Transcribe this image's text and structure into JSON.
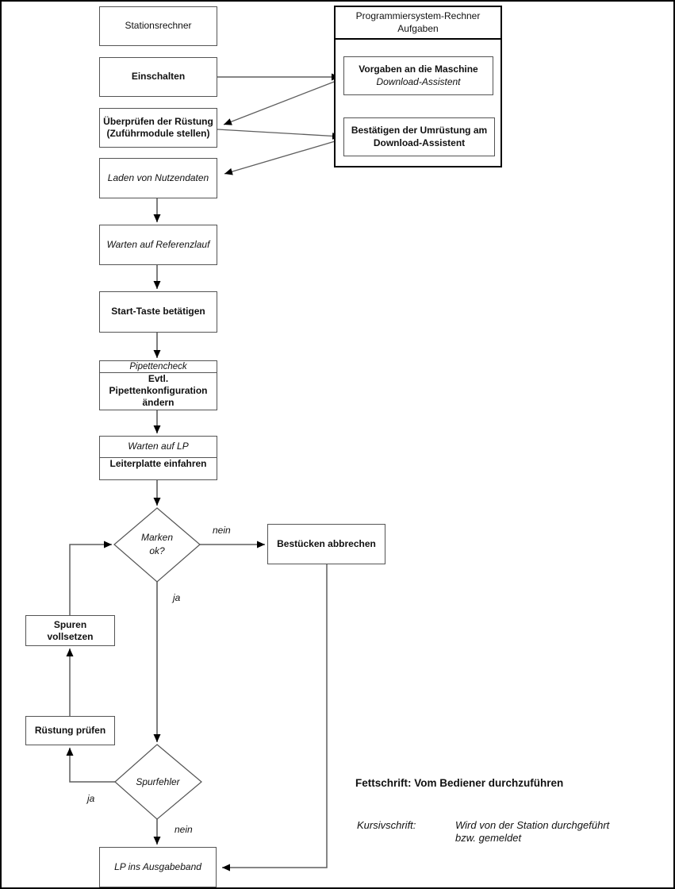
{
  "colors": {
    "background": "#ffffff",
    "border": "#000000",
    "box_border": "#545454",
    "line": "#5e5e5e",
    "arrowhead": "#000000",
    "text": "#111111"
  },
  "panel": {
    "title": "Programmiersystem-Rechner\nAufgaben"
  },
  "nodes": {
    "stationsrechner": "Stationsrechner",
    "einschalten": "Einschalten",
    "ueberpruefen": "Überprüfen der Rüstung\n(Zuführmodule stellen)",
    "laden": "Laden von Nutzendaten",
    "vorgaben_bold": "Vorgaben an die Maschine",
    "vorgaben_italic": "Download-Assistent",
    "bestaetigen": "Bestätigen der Umrüstung am\nDownload-Assistent",
    "warten_referenzlauf": "Warten auf Referenzlauf",
    "start_taste": "Start-Taste betätigen",
    "pipettencheck_top": "Pipettencheck",
    "pipettencheck_bottom": "Evtl.\nPipettenkonfiguration\nändern",
    "warten_lp_top": "Warten auf LP",
    "warten_lp_bottom": "Leiterplatte einfahren",
    "marken_ok": "Marken\nok?",
    "bestuecken_abbrechen": "Bestücken abbrechen",
    "spuren_vollsetzen": "Spuren\nvollsetzen",
    "ruestung_pruefen": "Rüstung prüfen",
    "spurfehler": "Spurfehler",
    "lp_ausgabeband": "LP ins Ausgabeband"
  },
  "edge_labels": {
    "marken_nein": "nein",
    "marken_ja": "ja",
    "spurfehler_ja": "ja",
    "spurfehler_nein": "nein"
  },
  "legend": {
    "bold_note": "Fettschrift: Vom Bediener durchzuführen",
    "italic_label": "Kursivschrift:",
    "italic_note": "Wird von der Station durchgeführt\nbzw. gemeldet"
  }
}
